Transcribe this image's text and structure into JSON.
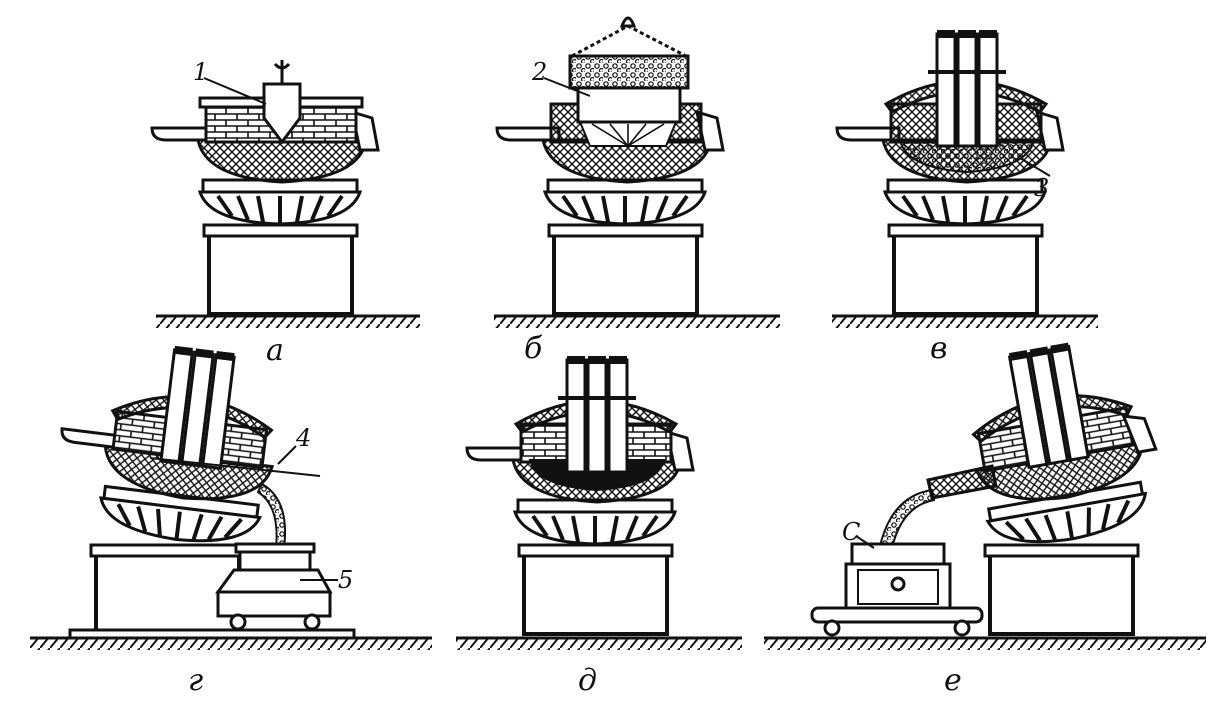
{
  "panels": [
    {
      "id": "a",
      "caption": "а",
      "labels": [
        "1"
      ]
    },
    {
      "id": "b",
      "caption": "б",
      "labels": [
        "2"
      ]
    },
    {
      "id": "v",
      "caption": "в",
      "labels": [
        "3"
      ]
    },
    {
      "id": "g",
      "caption": "г",
      "labels": [
        "4",
        "5"
      ]
    },
    {
      "id": "d",
      "caption": "д",
      "labels": []
    },
    {
      "id": "e",
      "caption": "е",
      "labels": [
        "С"
      ]
    }
  ]
}
